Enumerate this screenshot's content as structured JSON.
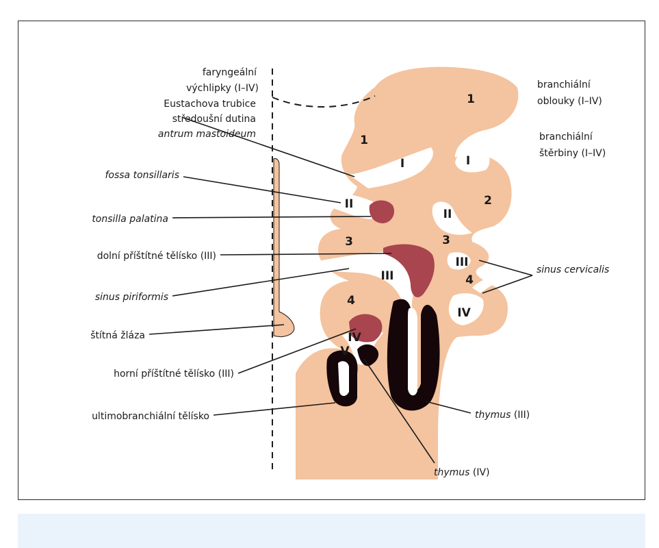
{
  "labels": {
    "faryngealni": [
      "faryngeální",
      "výchlipky (I–IV)"
    ],
    "eustachova": [
      "Eustachova trubice",
      "středoušní dutina"
    ],
    "antrum": "antrum mastoideum",
    "fossa": "fossa tonsillaris",
    "tonsilla": "tonsilla palatina",
    "dolni": "dolní příštítné tělísko (III)",
    "piriformis": "sinus piriformis",
    "stitna": "štítná žláza",
    "horni": "horní příštítné tělísko (III)",
    "ultimo": "ultimobranchiální tělísko",
    "oblouky": [
      "branchiální",
      "oblouky (I–IV)"
    ],
    "sterbiny": [
      "branchiální",
      "štěrbiny (I–IV)"
    ],
    "cervicalis": "sinus cervicalis",
    "thymus3": {
      "name": "thymus",
      "suffix": " (III)"
    },
    "thymus4": {
      "name": "thymus",
      "suffix": " (IV)"
    }
  },
  "markers": {
    "arch1_top": "1",
    "arch1_left": "1",
    "pouch1": "I",
    "cleft1": "I",
    "arch2": "2",
    "pouch2": "II",
    "cleft2": "II",
    "arch3_left": "3",
    "arch3_right": "3",
    "pouch3": "III",
    "cleft3": "III",
    "arch4_left": "4",
    "arch4_right": "4",
    "pouch4": "IV",
    "cleft4": "IV",
    "pouch5": "V"
  },
  "colors": {
    "tissue": "#f4c39f",
    "gland": "#a8454f",
    "thymus": "#150609",
    "line": "#1a1a1a",
    "footer": "#eaf2fb"
  }
}
